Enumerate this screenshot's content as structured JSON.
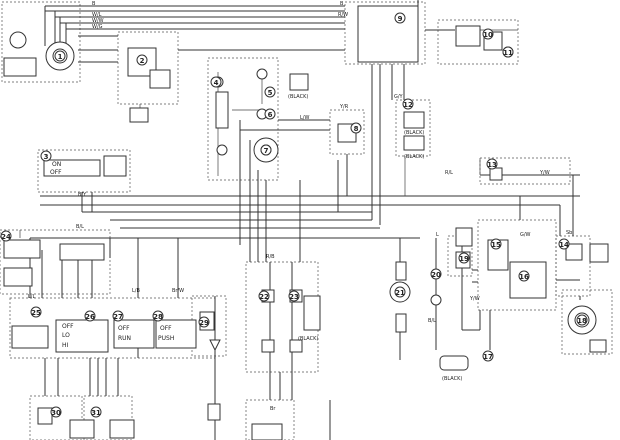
{
  "wire_labels": {
    "w_b1": "B",
    "w_wl": "W/L",
    "w_ww": "W/W",
    "w_wg": "W/G",
    "w_b2": "B",
    "w_r_top": "R/W",
    "w_lw": "L/W",
    "w_yr": "Y/R",
    "w_gy": "G/Y",
    "w_by": "B/Y",
    "w_rl": "R/L",
    "w_yw": "Y/W",
    "w_bl": "B/L",
    "w_lb": "L/B",
    "w_brw": "Br/W",
    "w_ll": "L/L",
    "w_rb": "R/B",
    "w_l": "L",
    "w_gw": "G/W",
    "w_sb": "Sb",
    "w_br": "Br",
    "w_yw2": "Y/W",
    "w_bl2": "B/L"
  },
  "component_numbers": {
    "c1": "1",
    "c2": "2",
    "c3": "3",
    "c4": "4",
    "c5": "5",
    "c6": "6",
    "c7": "7",
    "c8": "8",
    "c9": "9",
    "c10": "10",
    "c11": "11",
    "c12": "12",
    "c13": "13",
    "c14": "14",
    "c15": "15",
    "c16": "16",
    "c17": "17",
    "c18": "18",
    "c19": "19",
    "c20": "20",
    "c21": "21",
    "c22": "22",
    "c23": "23",
    "c24": "24",
    "c25": "25",
    "c26": "26",
    "c27": "27",
    "c28": "28",
    "c29": "29",
    "c30": "30",
    "c31": "31"
  },
  "switch_labels": {
    "sw3_on": "ON",
    "sw3_off": "OFF",
    "sw26_off": "OFF",
    "sw26_lo": "LO",
    "sw26_hi": "HI",
    "sw27_off": "OFF",
    "sw27_run": "RUN",
    "sw28_off": "OFF",
    "sw28_push": "PUSH"
  },
  "connector_labels": {
    "black_a": "(BLACK)",
    "black_b": "(BLACK)",
    "black_c": "(BLACK)",
    "black_d": "(BLACK)",
    "black_e": "(BLACK)"
  },
  "colors": {
    "ink": "#333333",
    "paper": "#ffffff"
  }
}
